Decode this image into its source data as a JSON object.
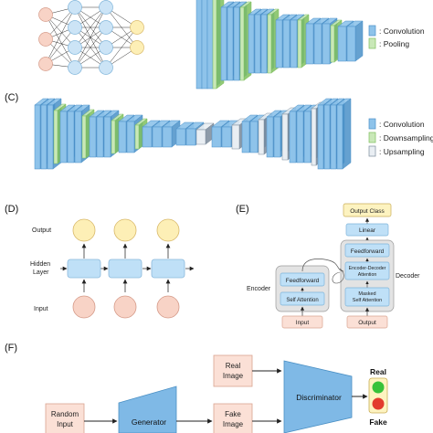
{
  "panels": {
    "C": "(C)",
    "D": "(D)",
    "E": "(E)",
    "F": "(F)"
  },
  "legend_b": {
    "conv": ": Convolution",
    "pool": ": Pooling"
  },
  "legend_c": {
    "conv": ": Convolution",
    "down": ": Downsampling",
    "up": ": Upsampling"
  },
  "rnn": {
    "output": "Output",
    "hidden_line1": "Hidden",
    "hidden_line2": "Layer",
    "input": "Input"
  },
  "transformer": {
    "output_class": "Output Class",
    "linear": "Linear",
    "dec_feedforward": "Feedforward",
    "enc_dec_attn_line1": "Encoder-Decoder",
    "enc_dec_attn_line2": "Attention",
    "masked_line1": "Masked",
    "masked_line2": "Self Attention",
    "enc_feedforward": "Feedforward",
    "enc_self_attn": "Self Attention",
    "encoder": "Encoder",
    "decoder": "Decoder",
    "input": "Input",
    "output": "Output"
  },
  "gan": {
    "real_image_line1": "Real",
    "real_image_line2": "Image",
    "fake_image_line1": "Fake",
    "fake_image_line2": "Image",
    "random_line1": "Random",
    "random_line2": "Input",
    "generator": "Generator",
    "discriminator": "Discriminator",
    "real": "Real",
    "fake": "Fake"
  },
  "colors": {
    "conv": "#8ec3ea",
    "conv_dark": "#4a90c8",
    "pool": "#c9e8b8",
    "up": "#e9eef3",
    "node_yellow": "#fdefb6",
    "node_pink": "#f8d3c6",
    "node_blue": "#cce4f6",
    "box_blue": "#bfe0f7",
    "box_yellow": "#fdf3c0",
    "box_pink": "#fbe0d6",
    "gray_panel": "#e3e3e3",
    "trapezoid": "#7fb9e6",
    "light_red": "#e33b2e",
    "light_green": "#37c23a"
  }
}
